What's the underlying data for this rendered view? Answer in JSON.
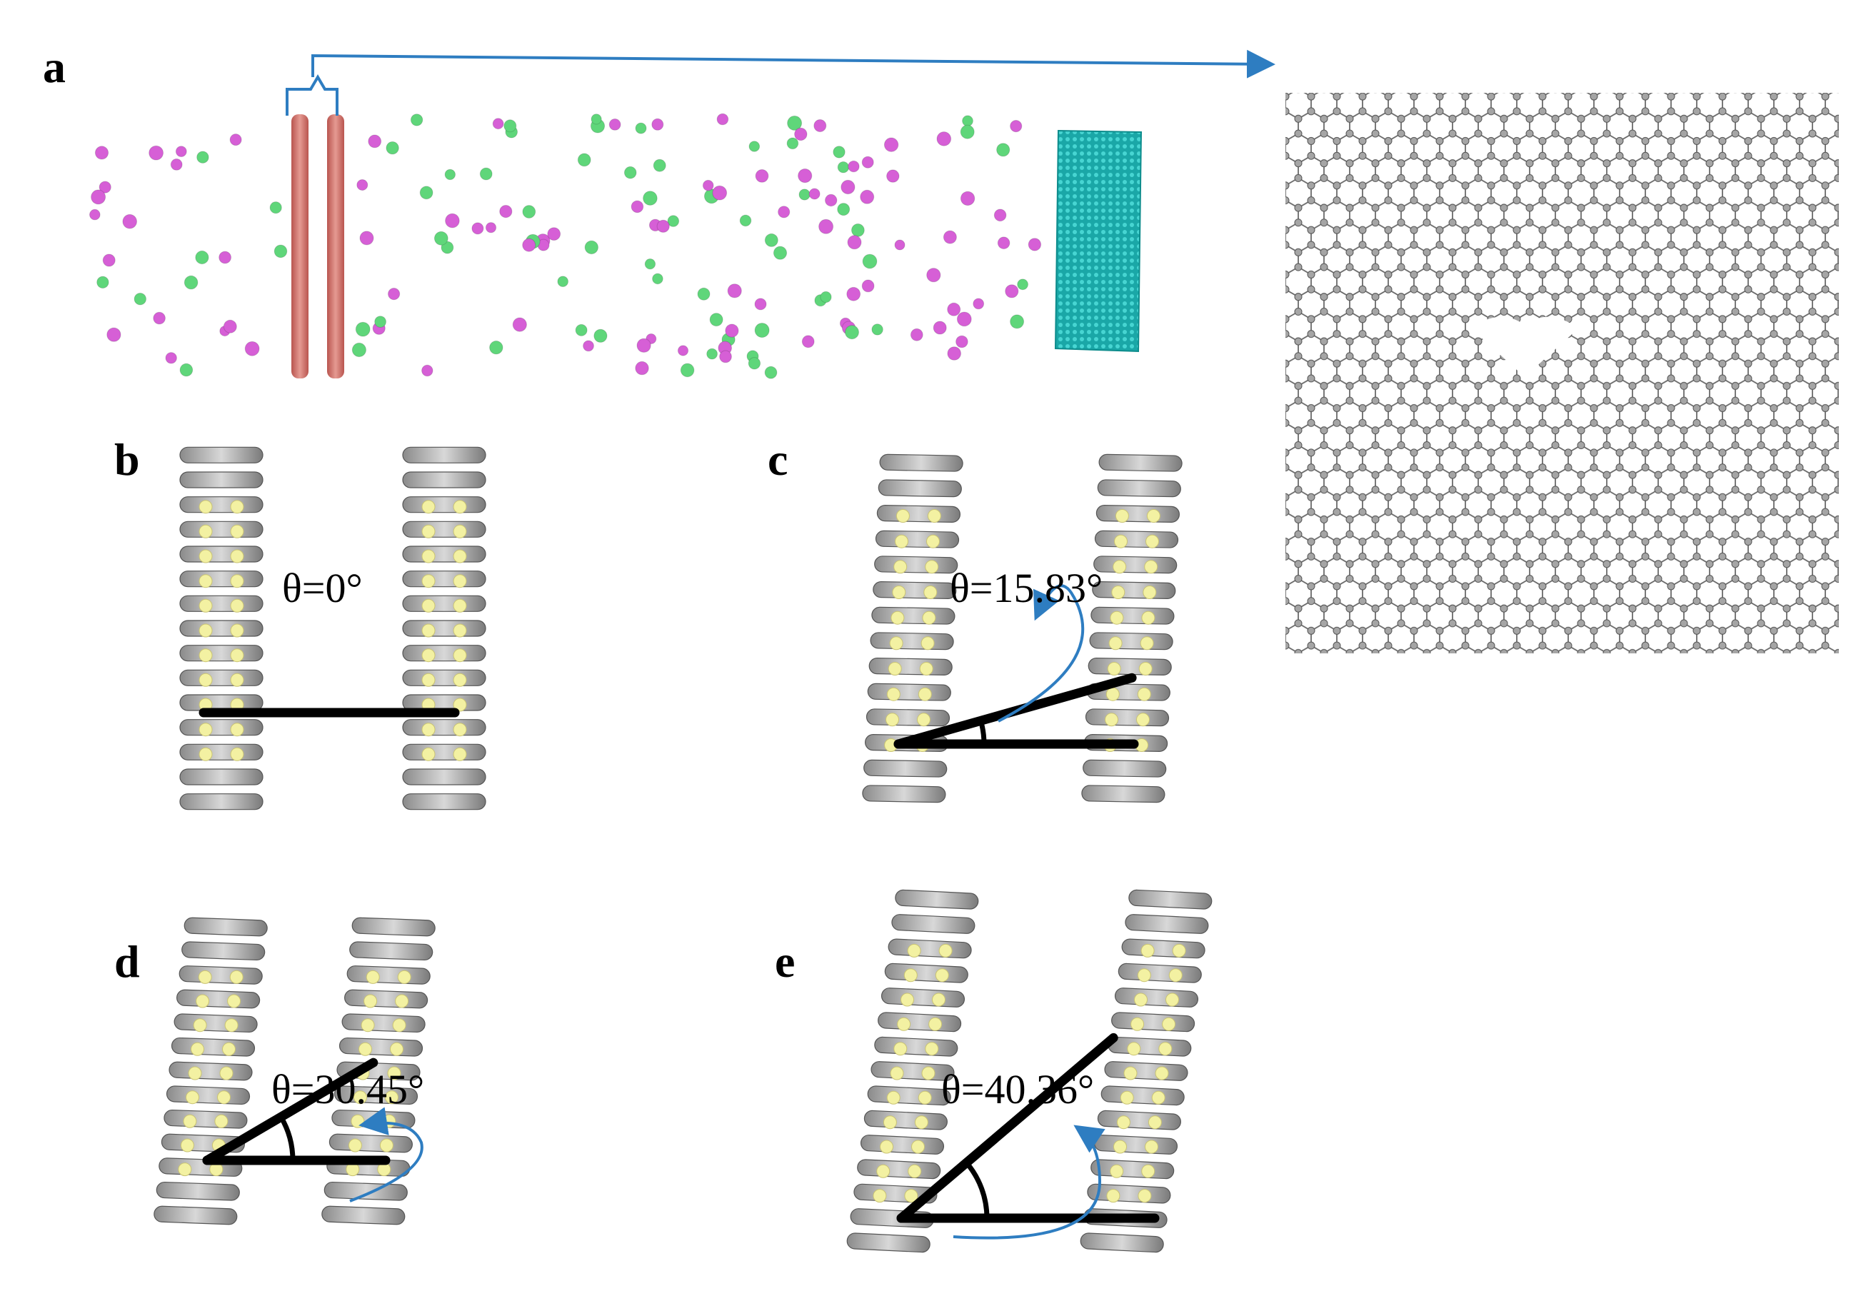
{
  "figure": {
    "panels": {
      "a": {
        "label": "a"
      },
      "b": {
        "label": "b",
        "angle_text": "θ=0°",
        "angle_deg": 0
      },
      "c": {
        "label": "c",
        "angle_text": "θ=15.83°",
        "angle_deg": 15.83
      },
      "d": {
        "label": "d",
        "angle_text": "θ=30.45°",
        "angle_deg": 30.45
      },
      "e": {
        "label": "e",
        "angle_text": "θ=40.36°",
        "angle_deg": 40.36
      }
    },
    "colors": {
      "cation": "#d65fd6",
      "anion": "#5fd67a",
      "electrode": "#d77a72",
      "membrane": "#20b2aa",
      "graphene_atom": "#9a9a9a",
      "bond": "#555555",
      "highlight": "#f3f1a2",
      "arrow": "#2e7dc1",
      "line": "#000000"
    },
    "icons": {
      "pointer": "blue-arrow-right-icon",
      "bracket": "blue-bracket-icon",
      "rotation": "curved-arrow-icon"
    }
  }
}
